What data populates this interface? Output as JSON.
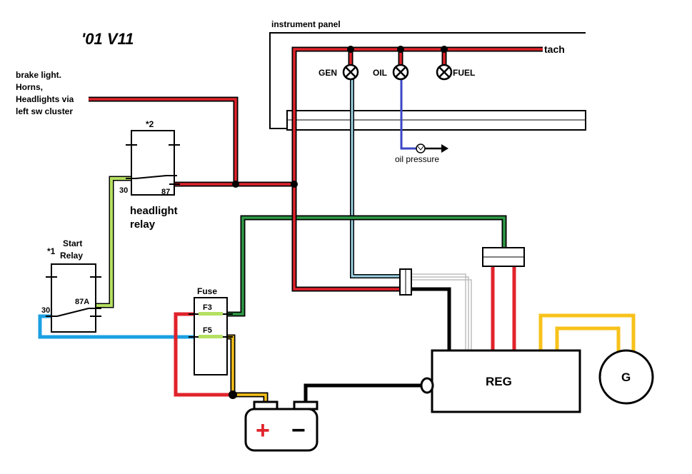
{
  "title": "'01 V11",
  "labels": {
    "left_circuits": [
      "brake light.",
      "Horns,",
      "Headlights via",
      "left sw cluster"
    ],
    "instrument_panel": "instrument panel",
    "tach": "tach",
    "gen": "GEN",
    "oil": "OIL",
    "fuel": "FUEL",
    "oil_pressure": "oil pressure",
    "star2": "*2",
    "pin30_headlight": "30",
    "pin87": "87",
    "headlight_relay": [
      "headlight",
      "relay"
    ],
    "star1": "*1",
    "start_relay": [
      "Start",
      "Relay"
    ],
    "pin87a": "87A",
    "pin30_start": "30",
    "fuse": "Fuse",
    "f3": "F3",
    "f5": "F5",
    "reg": "REG",
    "generator": "G",
    "battery_plus": "+",
    "battery_minus": "−"
  },
  "colors": {
    "red": "#e0232b",
    "black": "#000000",
    "green": "#2f9a47",
    "lime": "#b5e061",
    "light_blue": "#9ad2e4",
    "blue": "#1ba0e2",
    "dark_blue": "#3b47c6",
    "yellow": "#f7c21b",
    "gray": "#bdbdbd"
  }
}
